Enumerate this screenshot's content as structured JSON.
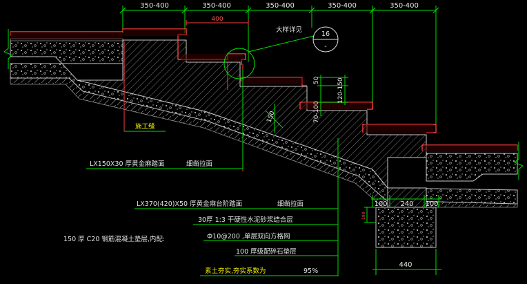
{
  "top_dimensions": [
    "350-400",
    "350-400",
    "350-400",
    "350-400",
    "350-400"
  ],
  "tread_400": "400",
  "detail_note": "大样详见",
  "detail_ref": {
    "number": "16",
    "sheet": "-"
  },
  "right_dims": {
    "riser_50": "50",
    "riser_120_150": "120-150",
    "riser_70_100": "70-100"
  },
  "slope_dim": "150",
  "construction_joint": "施工缝",
  "callout_1": {
    "material": "LX150X30  厚黄金麻踏面",
    "finish": "细凿拉面"
  },
  "callout_2": {
    "material": "LX370(420)X50  厚黄金麻台阶踏面",
    "finish": "细凿拉面"
  },
  "layers": [
    "30厚 1:3  干硬性水泥砂浆结合层",
    "150 厚  C20 钢筋混凝土垫层,内配:",
    "Ф10@200 ,单层双向方格网",
    "100 厚级配碎石垫层",
    "素土夯实,夯实系数为",
    "95%"
  ],
  "footing_dims": {
    "left": "100",
    "middle": "240",
    "right": "100",
    "height": "190",
    "width": "440"
  },
  "colors": {
    "background": "#000000",
    "outline": "#ff3c3c",
    "dimension": "#00e000",
    "leader": "#00e000",
    "hatch": "#9a9a9a",
    "text": "#e0e0e0",
    "yellow": "#f0f000"
  }
}
